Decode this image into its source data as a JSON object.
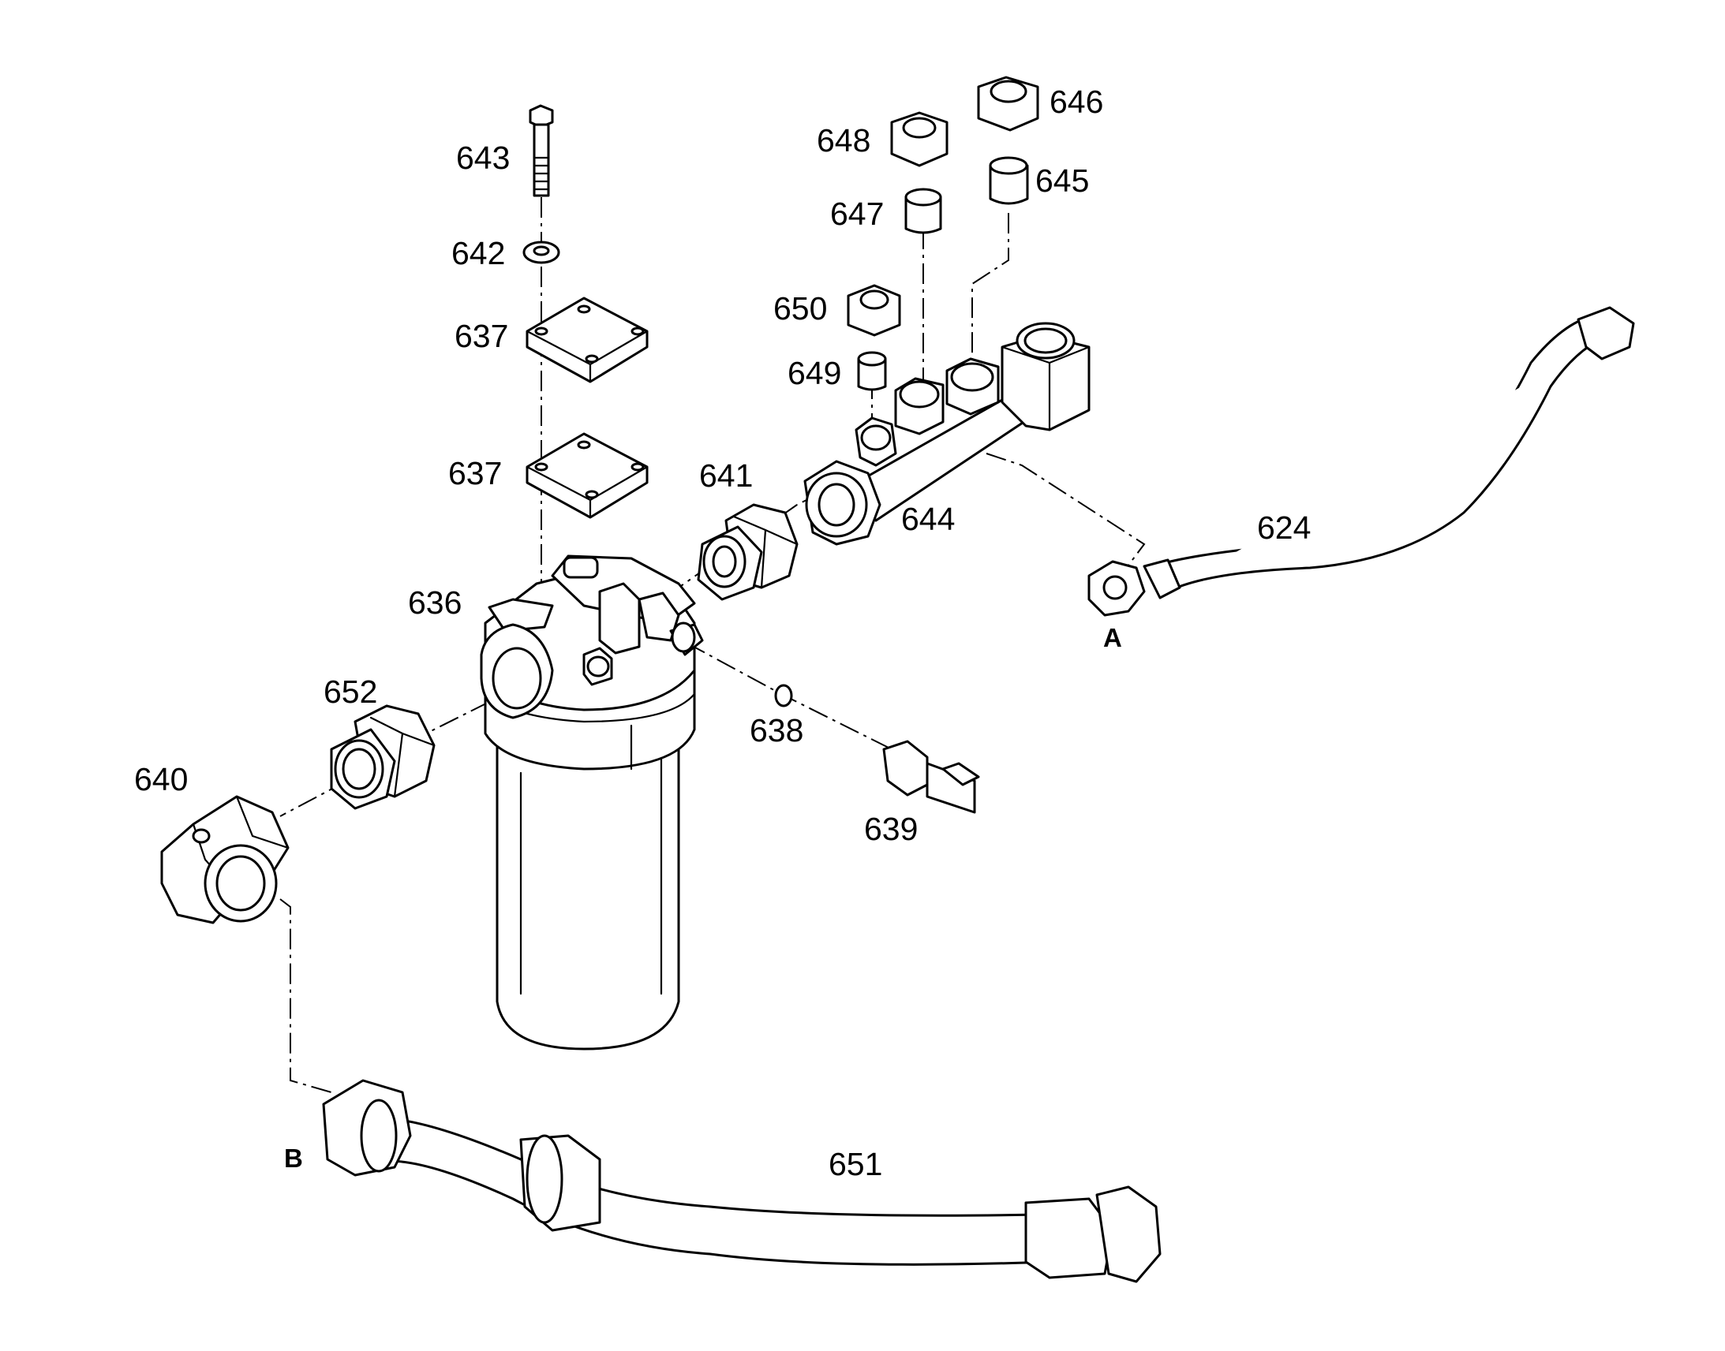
{
  "labels": {
    "p624": "624",
    "p636": "636",
    "p637a": "637",
    "p637b": "637",
    "p638": "638",
    "p639": "639",
    "p640": "640",
    "p641": "641",
    "p642": "642",
    "p643": "643",
    "p644": "644",
    "p645": "645",
    "p646": "646",
    "p647": "647",
    "p648": "648",
    "p649": "649",
    "p650": "650",
    "p651": "651",
    "p652": "652"
  },
  "refs": {
    "a": "A",
    "b": "B"
  }
}
